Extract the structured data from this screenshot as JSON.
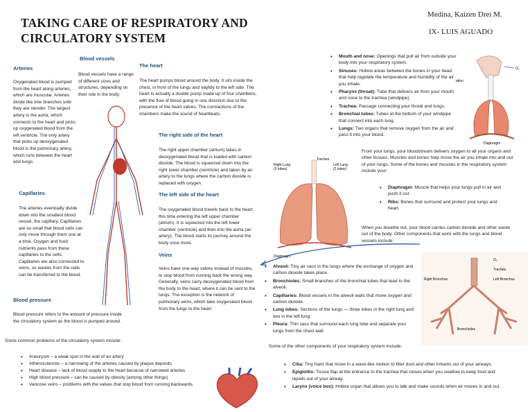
{
  "title": "TAKING CARE OF RESPIRATORY AND CIRCULATORY SYSTEM",
  "author": "Medina, Kaizen Drei M.",
  "section": "IX- LUIS AGUADO",
  "left": {
    "arteries_heading": "Arteries",
    "arteries_text": "Oxygenated blood is pumped from the heart along arteries, which are muscular. Arteries divide like tree branches until they are slender. The largest artery is the aorta, which connects to the heart and picks up oxygenated blood from the left ventricle. The only artery that picks up deoxygenated blood is the pulmonary artery, which runs between the heart and lungs.",
    "blood_vessels_heading": "Blood vessels",
    "blood_vessels_text": "Blood vessels have a range of different sizes and structures, depending on their role in the body.",
    "heart_heading": "The heart",
    "heart_text": "The heart pumps blood around the body. It sits inside the chest, in front of the lungs and slightly to the left side. The heart is actually a double pump made up of four chambers, with the flow of blood going in one direction due to the presence of the heart valves. The contractions of the chambers make the sound of heartbeats.",
    "right_side_heading": "The right side of the heart",
    "right_side_text": "The right upper chamber (atrium) takes in deoxygenated blood that is loaded with carbon dioxide. The blood is squeezed down into the right lower chamber (ventricle) and taken by an artery to the lungs where the carbon dioxide is replaced with oxygen.",
    "left_side_heading": "The left side of the heart",
    "left_side_text": "The oxygenated blood travels back to the heart, this time entering the left upper chamber (atrium). It is squeezed into the left lower chamber (ventricle) and then into the aorta (an artery). The blood starts its journey around the body once more.",
    "capillaries_heading": "Capillaries",
    "capillaries_text": "The arteries eventually divide down into the smallest blood vessel, the capillary. Capillaries are so small that blood cells can only move through them one at a time. Oxygen and food nutrients pass from these capillaries to the cells. Capillaries are also connected to veins, so wastes from the cells can be transferred to the blood.",
    "veins_heading": "Veins",
    "veins_text": "Veins have one-way valves instead of muscles, to stop blood from running back the wrong way. Generally, veins carry deoxygenated blood from the body to the heart, where it can be sent to the lungs. The exception is the network of pulmonary veins, which take oxygenated blood from the lungs to the heart.",
    "bp_heading": "Blood pressure",
    "bp_text": "Blood pressure refers to the amount of pressure inside the circulatory system as the blood is pumped around.",
    "problems_intro": "Some common problems of the circulatory system include:",
    "problems": [
      "Aneurysm – a weak spot in the wall of an artery",
      "Atherosclerosis – a narrowing of the arteries caused by plaque deposits",
      "Heart disease – lack of blood supply to the heart because of narrowed arteries",
      "High blood pressure – can be caused by obesity (among other things)",
      "Varicose veins – problems with the valves that stop blood from running backwards."
    ]
  },
  "right": {
    "parts_top": [
      {
        "term": "Mouth and nose:",
        "desc": " Openings that pull air from outside your body into your respiratory system."
      },
      {
        "term": "Sinuses:",
        "desc": " Hollow areas between the bones in your head that help regulate the temperature and humidity of the air you inhale."
      },
      {
        "term": "Pharynx (throat):",
        "desc": " Tube that delivers air from your mouth and nose to the trachea (windpipe)."
      },
      {
        "term": "Trachea:",
        "desc": " Passage connecting your throat and lungs."
      },
      {
        "term": "Bronchial tubes:",
        "desc": " Tubes at the bottom of your windpipe that connect into each lung."
      },
      {
        "term": "Lungs:",
        "desc": " Two organs that remove oxygen from the air and pass it into your blood."
      }
    ],
    "bones_para": "From your lungs, your bloodstream delivers oxygen to all your organs and other tissues. Muscles and bones help move the air you inhale into and out of your lungs. Some of the bones and muscles in the respiratory system include your:",
    "muscles": [
      {
        "term": "Diaphragm:",
        "desc": " Muscle that helps your lungs pull in air and push it out."
      },
      {
        "term": "Ribs:",
        "desc": " Bones that surround and protect your lungs and heart."
      }
    ],
    "exhale_para": "When you breathe out, your blood carries carbon dioxide and other waste out of the body. Other components that work with the lungs and blood vessels include:",
    "lung_parts": [
      {
        "term": "Alveoli:",
        "desc": " Tiny air sacs in the lungs where the exchange of oxygen and carbon dioxide takes place."
      },
      {
        "term": "Bronchioles:",
        "desc": " Small branches of the bronchial tubes that lead to the alveoli."
      },
      {
        "term": "Capillaries:",
        "desc": " Blood vessels in the alveoli walls that move oxygen and carbon dioxide."
      },
      {
        "term": "Lung lobes:",
        "desc": " Sections of the lungs — three lobes in the right lung and two in the left lung."
      },
      {
        "term": "Pleura:",
        "desc": " Thin sacs that surround each lung lobe and separate your lungs from the chest wall."
      }
    ],
    "other_intro": "Some of the other components of your respiratory system include:",
    "other_parts": [
      {
        "term": "Cilia:",
        "desc": " Tiny hairs that move in a wave-like motion to filter dust and other irritants out of your airways."
      },
      {
        "term": "Epiglottis:",
        "desc": " Tissue flap at the entrance to the trachea that closes when you swallow to keep food and liquids out of your airway."
      },
      {
        "term": "Larynx (voice box):",
        "desc": " Hollow organ that allows you to talk and make sounds when air moves in and out."
      }
    ]
  },
  "figures": {
    "lungs_labels": {
      "right": "Right Lung",
      "right_sub": "(3 lobes)",
      "left": "Left Lung",
      "left_sub": "(2 lobes)",
      "trachea": "Trachea",
      "diaphragm": "Diaphragm"
    },
    "system_labels": {
      "diaphragm": "Diaphragm",
      "o2": "O₂",
      "side": "ation"
    },
    "bronchi_labels": {
      "trachea": "Trachea",
      "right": "Right Bronchus",
      "left": "Left Bronchus",
      "bronchioles": "Bronchioles",
      "o2": "O₂"
    }
  }
}
